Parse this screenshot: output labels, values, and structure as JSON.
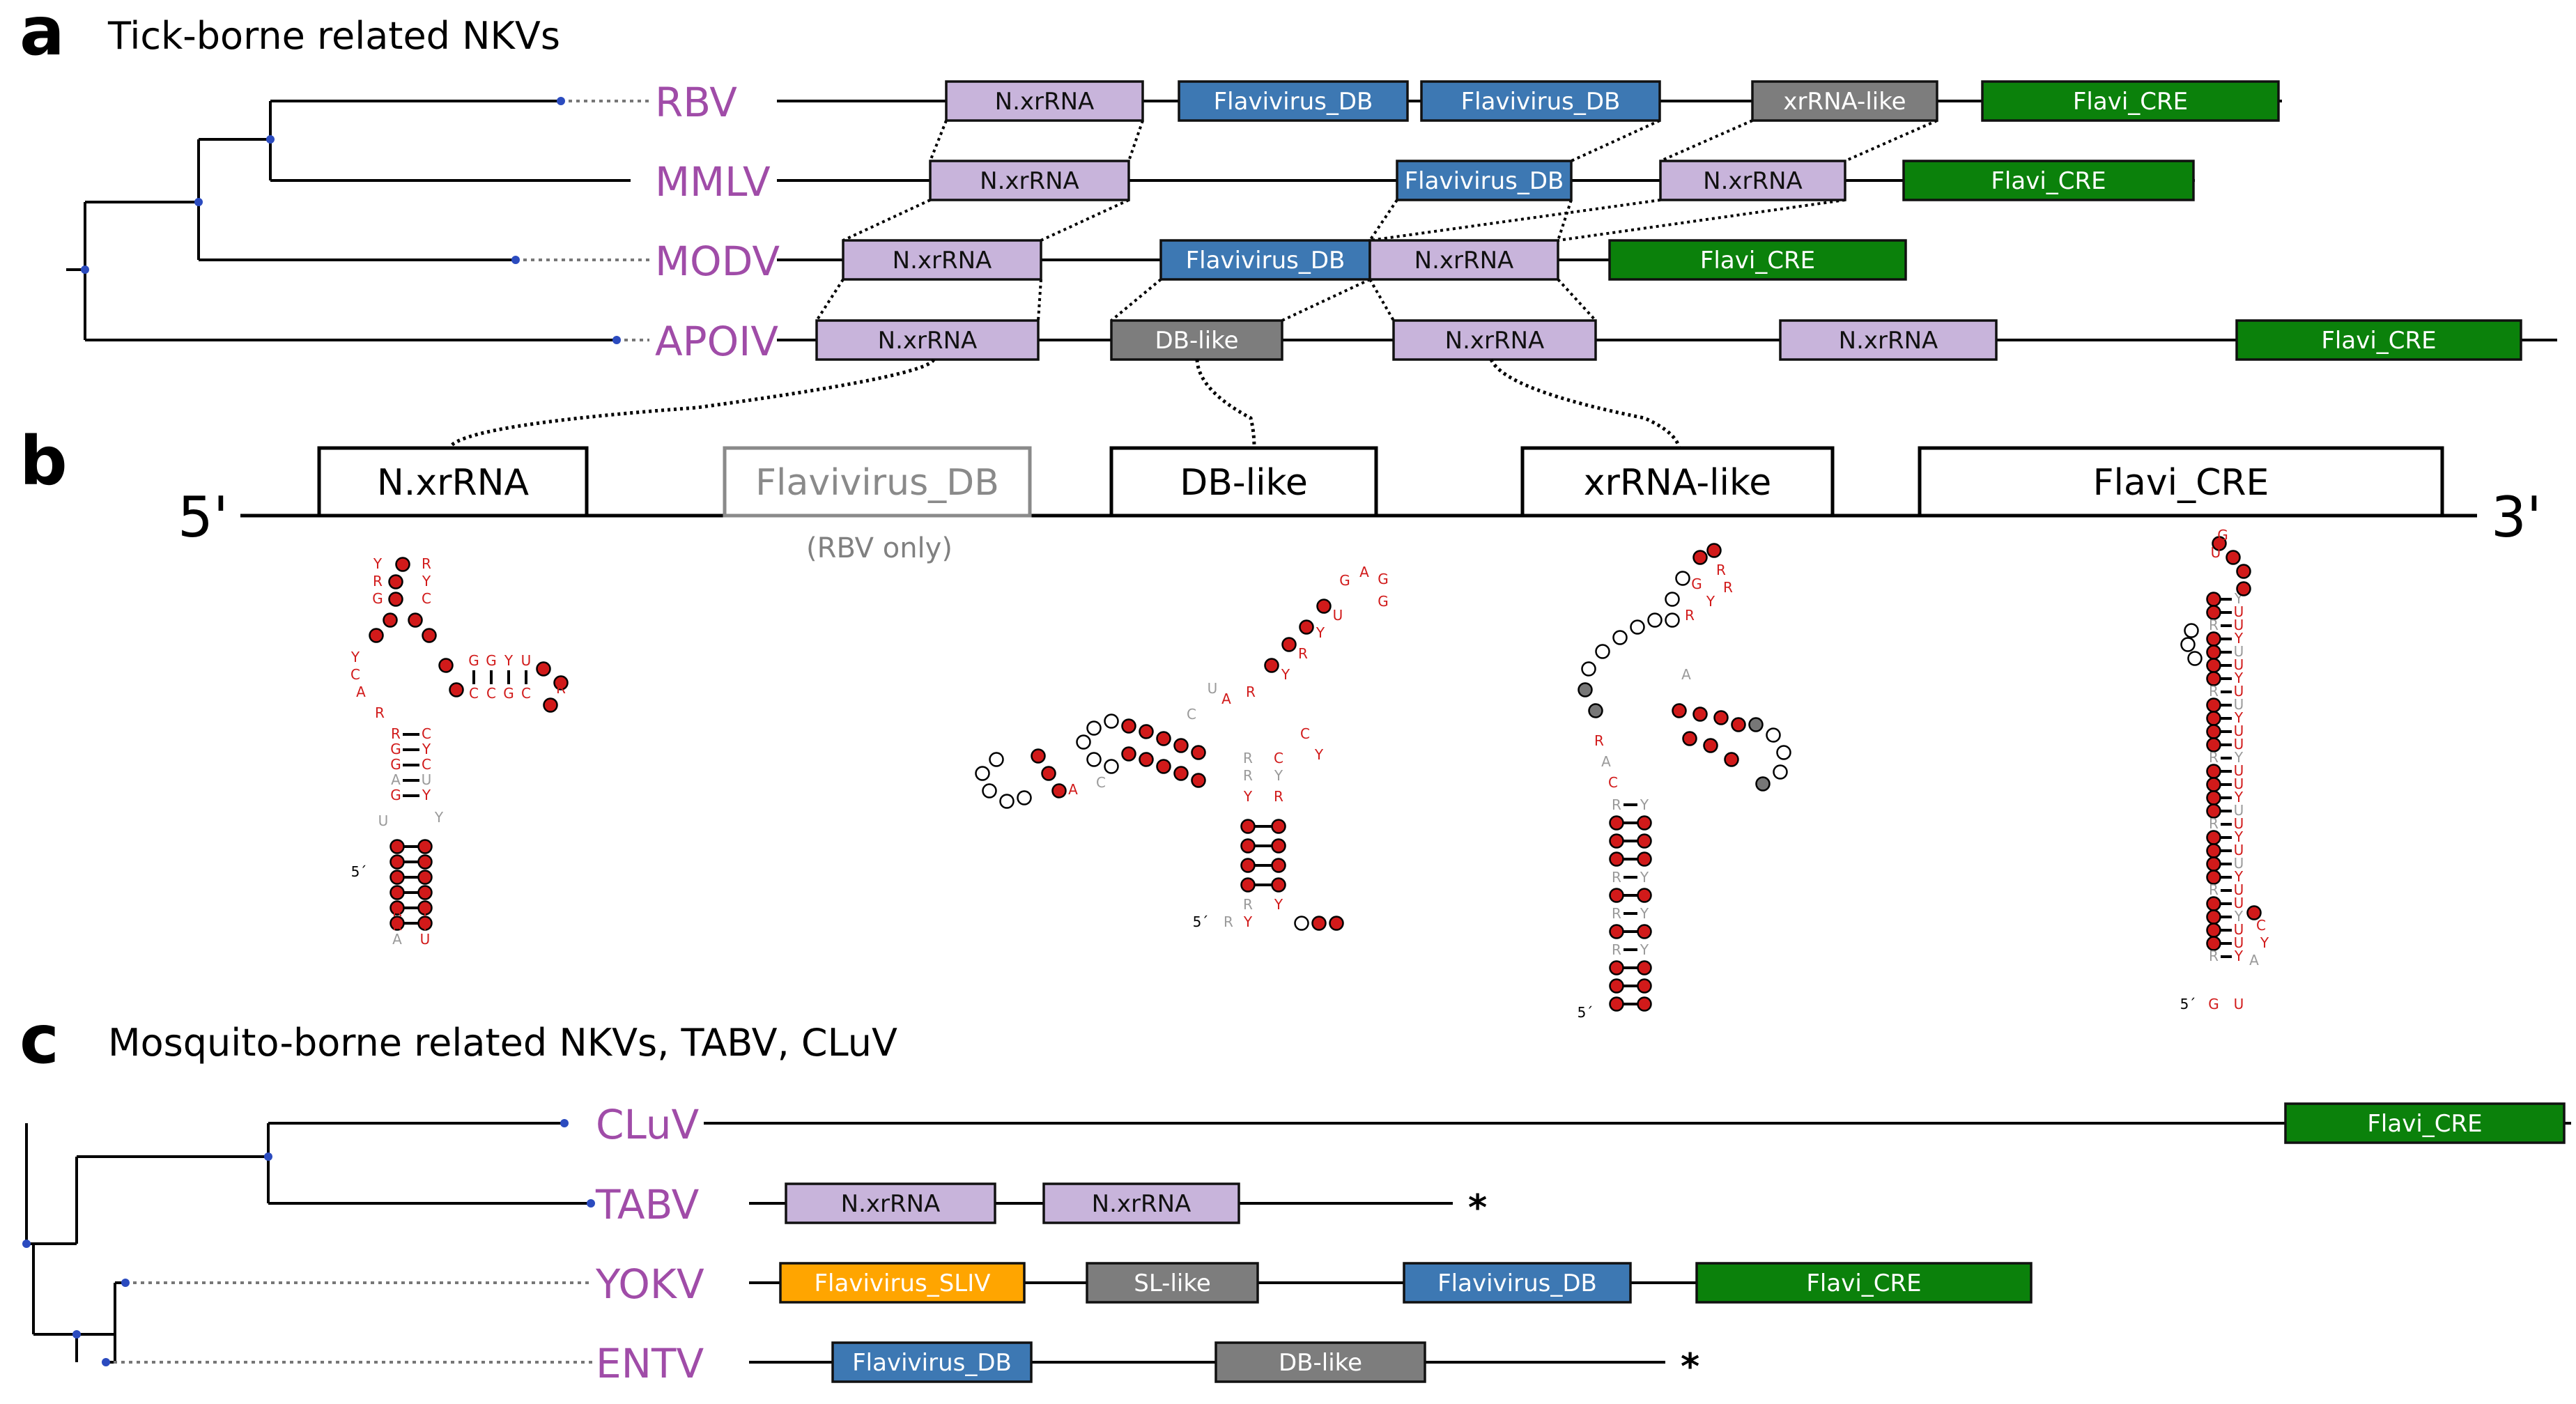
{
  "colors": {
    "nxrna": "#c8b4db",
    "flavivirus_db": "#3d78b3",
    "xrna_like": "#7d7d7d",
    "flavi_cre": "#0b810b",
    "flavivirus_sliv": "#ffa500",
    "virus_label": "#a04ca8",
    "nucleotide_red": "#d11a1a",
    "nucleotide_grey": "#9a9a9a",
    "node": "#2b4bbf"
  },
  "panel_a": {
    "letter": "a",
    "title": "Tick-borne related NKVs",
    "viruses": [
      {
        "name": "RBV",
        "blocks": [
          {
            "label": "N.xrRNA",
            "type": "nxrna"
          },
          {
            "label": "Flavivirus_DB",
            "type": "flavivirus_db"
          },
          {
            "label": "Flavivirus_DB",
            "type": "flavivirus_db"
          },
          {
            "label": "xrRNA-like",
            "type": "xrna_like"
          },
          {
            "label": "Flavi_CRE",
            "type": "flavi_cre"
          }
        ]
      },
      {
        "name": "MMLV",
        "blocks": [
          {
            "label": "N.xrRNA",
            "type": "nxrna"
          },
          {
            "label": "Flavivirus_DB",
            "type": "flavivirus_db"
          },
          {
            "label": "N.xrRNA",
            "type": "nxrna"
          },
          {
            "label": "Flavi_CRE",
            "type": "flavi_cre"
          }
        ]
      },
      {
        "name": "MODV",
        "blocks": [
          {
            "label": "N.xrRNA",
            "type": "nxrna"
          },
          {
            "label": "Flavivirus_DB",
            "type": "flavivirus_db"
          },
          {
            "label": "N.xrRNA",
            "type": "nxrna"
          },
          {
            "label": "Flavi_CRE",
            "type": "flavi_cre"
          }
        ]
      },
      {
        "name": "APOIV",
        "blocks": [
          {
            "label": "N.xrRNA",
            "type": "nxrna"
          },
          {
            "label": "DB-like",
            "type": "xrna_like"
          },
          {
            "label": "N.xrRNA",
            "type": "nxrna"
          },
          {
            "label": "N.xrRNA",
            "type": "nxrna"
          },
          {
            "label": "Flavi_CRE",
            "type": "flavi_cre"
          }
        ]
      }
    ]
  },
  "panel_b": {
    "letter": "b",
    "five_prime": "5'",
    "three_prime": "3'",
    "elements": [
      {
        "label": "N.xrRNA",
        "style": "solid"
      },
      {
        "label": "Flavivirus_DB",
        "style": "grey"
      },
      {
        "label": "DB-like",
        "style": "solid"
      },
      {
        "label": "xrRNA-like",
        "style": "solid"
      },
      {
        "label": "Flavi_CRE",
        "style": "solid"
      }
    ],
    "note": "(RBV only)",
    "structure_5prime": "5´"
  },
  "panel_c": {
    "letter": "c",
    "title": "Mosquito-borne related NKVs, TABV, CLuV",
    "viruses": [
      {
        "name": "CLuV",
        "blocks": [
          {
            "label": "Flavi_CRE",
            "type": "flavi_cre"
          }
        ],
        "mark": ""
      },
      {
        "name": "TABV",
        "blocks": [
          {
            "label": "N.xrRNA",
            "type": "nxrna"
          },
          {
            "label": "N.xrRNA",
            "type": "nxrna"
          }
        ],
        "mark": "*"
      },
      {
        "name": "YOKV",
        "blocks": [
          {
            "label": "Flavivirus_SLIV",
            "type": "flavivirus_sliv"
          },
          {
            "label": "SL-like",
            "type": "xrna_like"
          },
          {
            "label": "Flavivirus_DB",
            "type": "flavivirus_db"
          },
          {
            "label": "Flavi_CRE",
            "type": "flavi_cre"
          }
        ],
        "mark": ""
      },
      {
        "name": "ENTV",
        "blocks": [
          {
            "label": "Flavivirus_DB",
            "type": "flavivirus_db"
          },
          {
            "label": "DB-like",
            "type": "xrna_like"
          }
        ],
        "mark": "*"
      }
    ]
  }
}
